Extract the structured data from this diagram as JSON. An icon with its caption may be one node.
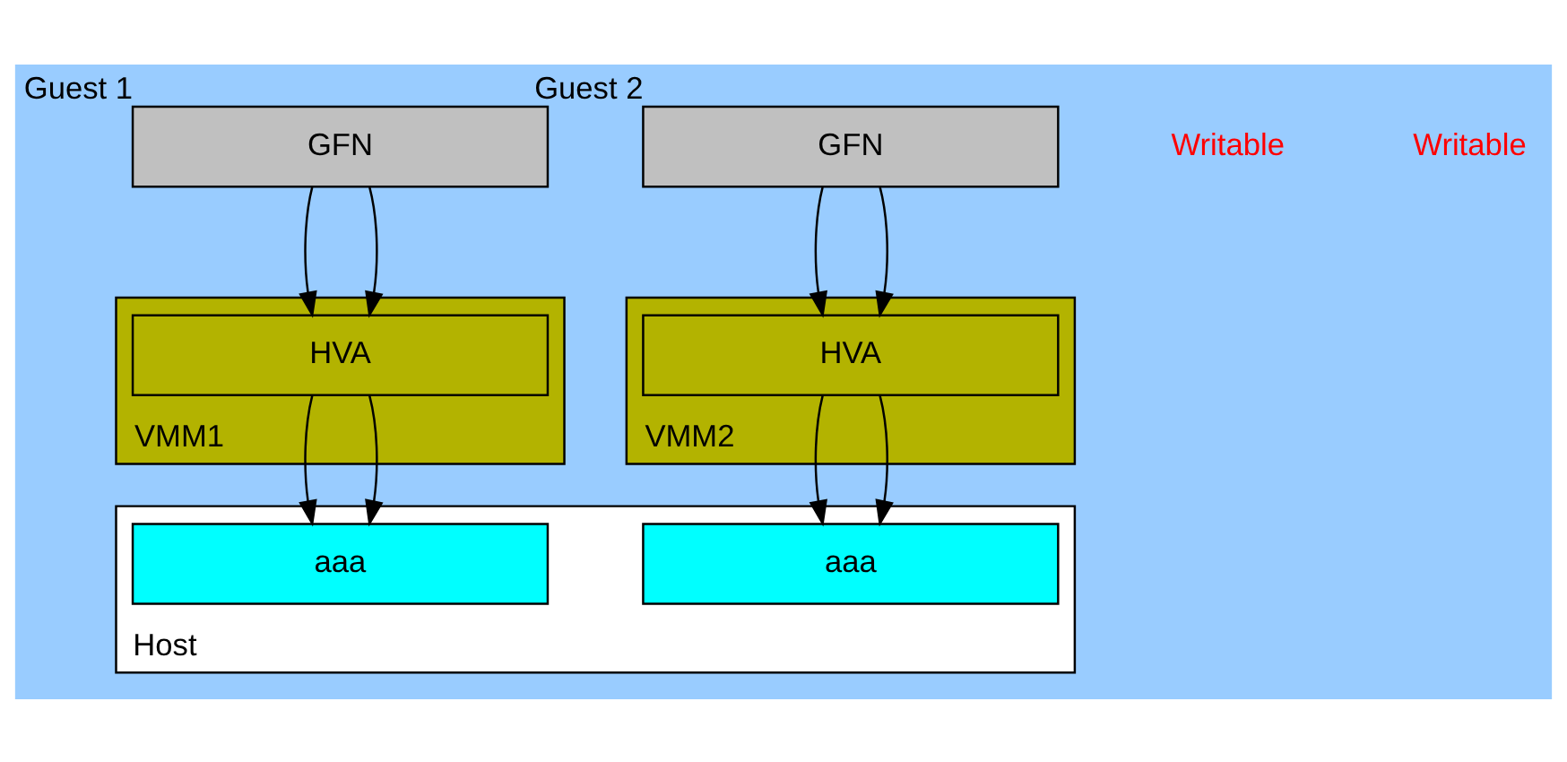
{
  "diagram": {
    "nodes": [
      {
        "text": [
          "GFN"
        ],
        "beside": [
          "Guest 1"
        ]
      },
      {
        "text": [
          "GFN"
        ],
        "beside": [
          "Guest 2"
        ]
      },
      {
        "text": [
          "VMM1"
        ]
      },
      {
        "text": [
          "HVA"
        ],
        "in": 2
      },
      {
        "text": [
          "VMM2"
        ]
      },
      {
        "text": [
          "HVA"
        ],
        "in": 4
      },
      {
        "text": [
          "Host"
        ]
      },
      {
        "text": [
          "aaa"
        ],
        "in": 6
      },
      {
        "text": [
          "aaa"
        ],
        "in": 6
      }
    ],
    "edges": [
      {
        "from": 0,
        "to": 3,
        "arrow": "to"
      },
      {
        "from": 0,
        "to": 3,
        "arrow": "to"
      },
      {
        "from": 1,
        "to": 5,
        "arrow": "to"
      },
      {
        "from": 1,
        "to": 5,
        "arrow": "to"
      },
      {
        "from": 3,
        "to": 7,
        "arrow": "to"
      },
      {
        "from": 3,
        "to": 7,
        "arrow": "to"
      },
      {
        "from": 5,
        "to": 8,
        "arrow": "to"
      },
      {
        "from": 5,
        "to": 8,
        "arrow": "to"
      }
    ],
    "labels": [
      "Writable",
      "Writable"
    ]
  }
}
